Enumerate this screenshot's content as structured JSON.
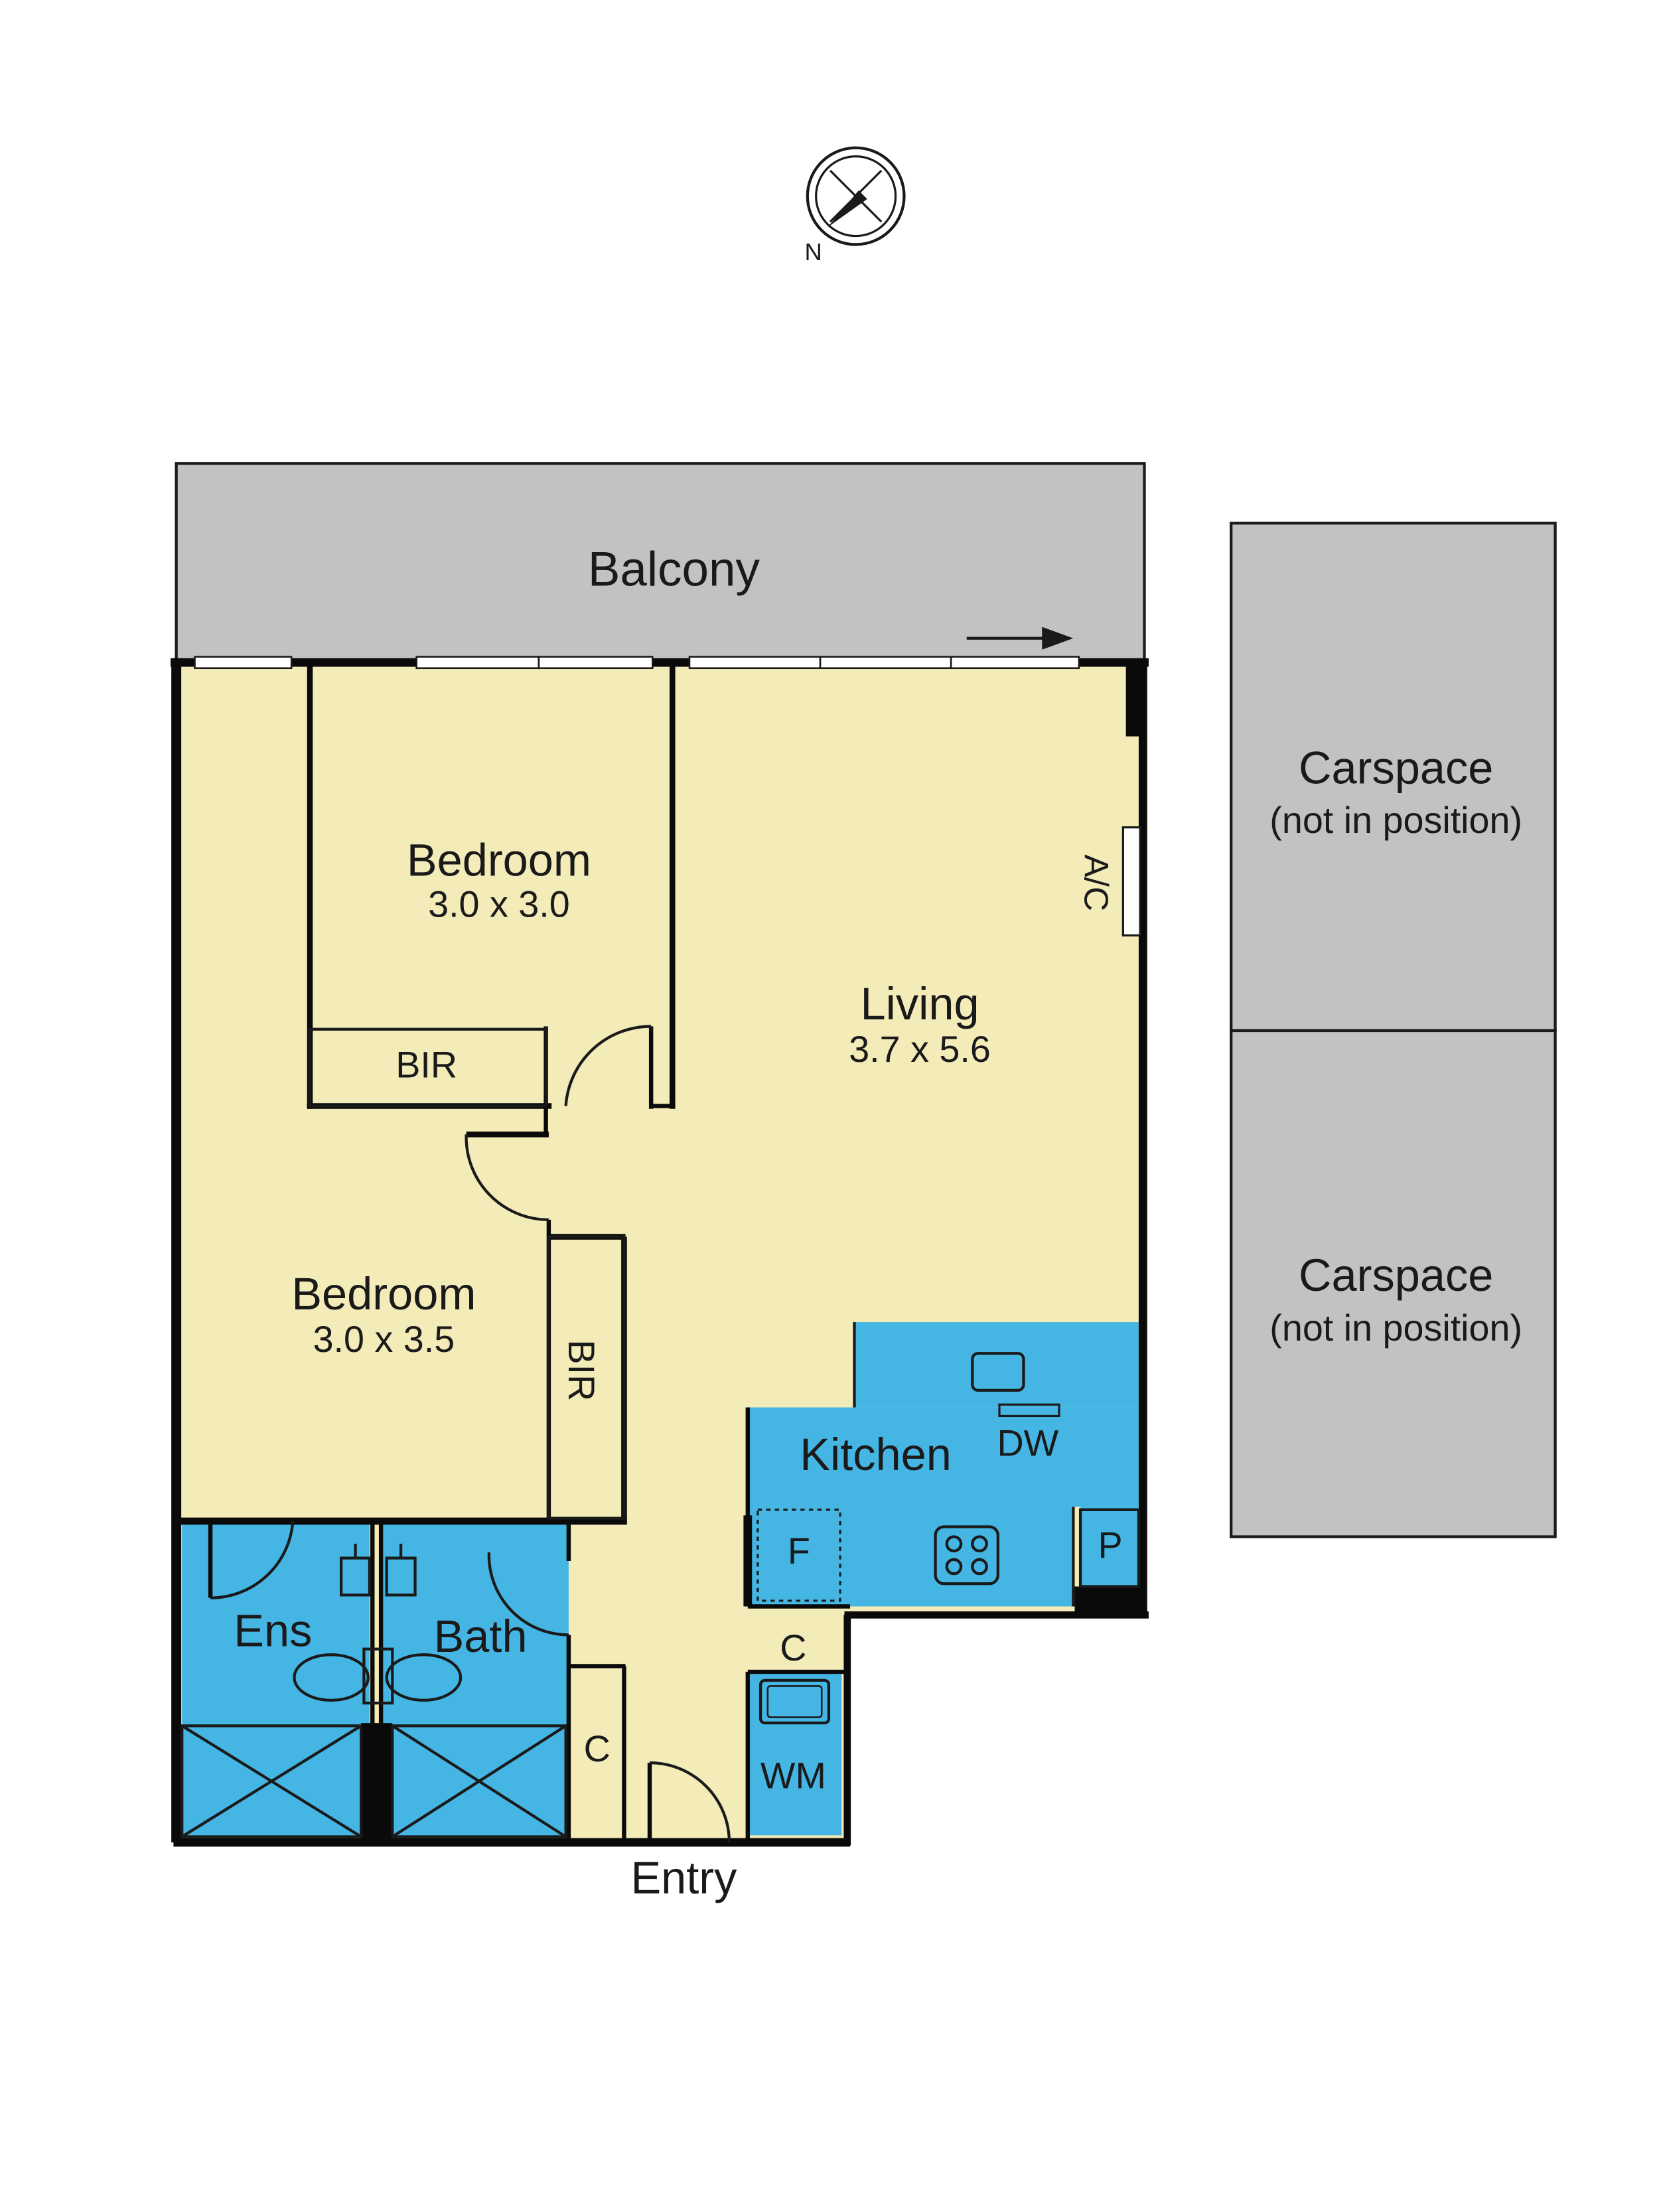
{
  "compass": {
    "label": "N",
    "icon": "north-arrow-icon"
  },
  "colors": {
    "living": "#f3ebb8",
    "wet": "#45b6e4",
    "balcony": "#c2c2c2",
    "carspace": "#c2c2c2",
    "wall": "#0a0a0a"
  },
  "rooms": {
    "balcony": {
      "name": "Balcony"
    },
    "bedroom1": {
      "name": "Bedroom",
      "dims": "3.0 x 3.0"
    },
    "bedroom2": {
      "name": "Bedroom",
      "dims": "3.0 x 3.5"
    },
    "living": {
      "name": "Living",
      "dims": "3.7 x 5.6"
    },
    "kitchen": {
      "name": "Kitchen"
    },
    "ensuite": {
      "name": "Ens"
    },
    "bath": {
      "name": "Bath"
    },
    "entry": {
      "name": "Entry"
    }
  },
  "fixtures": {
    "bir1": "BIR",
    "bir2": "BIR",
    "ac": "A/C",
    "dw": "DW",
    "fridge": "F",
    "pantry": "P",
    "cupboard_laundry": "C",
    "cupboard_entry": "C",
    "wm": "WM"
  },
  "carspaces": [
    {
      "name": "Carspace",
      "note": "(not in position)"
    },
    {
      "name": "Carspace",
      "note": "(not in position)"
    }
  ]
}
